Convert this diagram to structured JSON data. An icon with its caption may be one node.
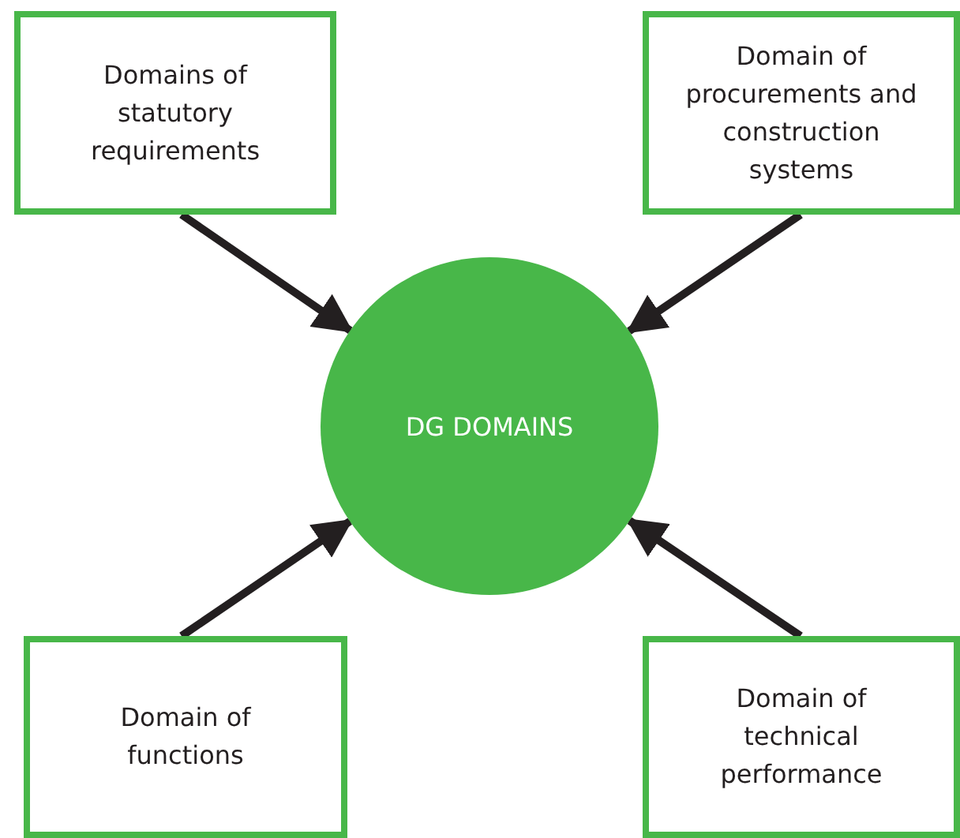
{
  "diagram": {
    "nodes": [
      {
        "text": [
          "Domains of statutory requirements"
        ]
      },
      {
        "text": [
          "Domain of procurements and construction systems"
        ]
      },
      {
        "text": [
          "DG DOMAINS"
        ]
      },
      {
        "text": [
          "Domain of functions"
        ]
      },
      {
        "text": [
          "Domain of technical performance"
        ]
      }
    ],
    "edges": [
      {
        "from": 0,
        "to": 2,
        "arrow": "to"
      },
      {
        "from": 1,
        "to": 2,
        "arrow": "to"
      },
      {
        "from": 3,
        "to": 2,
        "arrow": "to"
      },
      {
        "from": 4,
        "to": 2,
        "arrow": "to"
      }
    ]
  }
}
